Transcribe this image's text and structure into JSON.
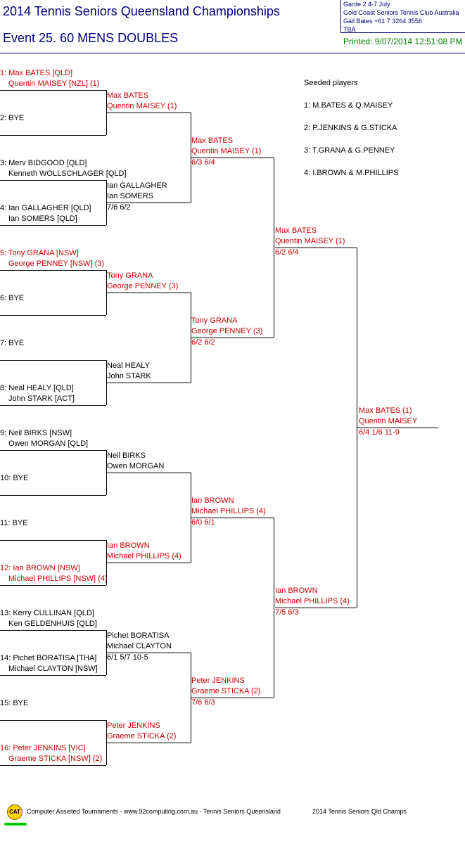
{
  "header": {
    "title": "2014 Tennis Seniors Queensland Championships",
    "event": "Event 25. 60 MENS DOUBLES",
    "info_line1": "Garde 2    4-7 July",
    "info_line2": "Gold Coast Seniors Tennis Club    Australia",
    "info_line3": "Gail Bates    +61 7 3264 3556",
    "info_line4": "TBA",
    "printed": "Printed: 9/07/2014 12:51:08 PM"
  },
  "seeds": {
    "title": "Seeded players",
    "items": [
      "1: M.BATES & Q.MAISEY",
      "2: P.JENKINS & G.STICKA",
      "3: T.GRANA & G.PENNEY",
      "4: I.BROWN & M.PHILLIPS"
    ]
  },
  "draw": [
    {
      "l1": "1: Max BATES [QLD]",
      "l2": "Quentin MAISEY [NZL] (1)",
      "seed": true
    },
    {
      "l1": "2: BYE",
      "l2": "",
      "seed": false
    },
    {
      "l1": "3: Merv BIDGOOD [QLD]",
      "l2": "Kenneth WOLLSCHLAGER [QLD]",
      "seed": false
    },
    {
      "l1": "4: Ian GALLAGHER [QLD]",
      "l2": "Ian SOMERS [QLD]",
      "seed": false
    },
    {
      "l1": "5: Tony GRANA [NSW]",
      "l2": "George PENNEY [NSW] (3)",
      "seed": true
    },
    {
      "l1": "6: BYE",
      "l2": "",
      "seed": false
    },
    {
      "l1": "7: BYE",
      "l2": "",
      "seed": false
    },
    {
      "l1": "8: Neal HEALY [QLD]",
      "l2": "John STARK [ACT]",
      "seed": false
    },
    {
      "l1": "9: Neil BIRKS [NSW]",
      "l2": "Owen MORGAN [QLD]",
      "seed": false
    },
    {
      "l1": "10: BYE",
      "l2": "",
      "seed": false
    },
    {
      "l1": "11: BYE",
      "l2": "",
      "seed": false
    },
    {
      "l1": "12: Ian BROWN [NSW]",
      "l2": "Michael PHILLIPS [NSW] (4)",
      "seed": true
    },
    {
      "l1": "13: Kerry CULLINAN [QLD]",
      "l2": "Ken GELDENHUIS [QLD]",
      "seed": false
    },
    {
      "l1": "14: Pichet BORATISA [THA]",
      "l2": "Michael CLAYTON [NSW]",
      "seed": false
    },
    {
      "l1": "15: BYE",
      "l2": "",
      "seed": false
    },
    {
      "l1": "16: Peter JENKINS [VIC]",
      "l2": "Graeme STICKA [NSW] (2)",
      "seed": true
    }
  ],
  "round2": [
    {
      "l1": "Max BATES",
      "l2": "Quentin MAISEY (1)",
      "score": "",
      "seed": true
    },
    {
      "l1": "Ian GALLAGHER",
      "l2": "Ian SOMERS",
      "score": "7/6 6/2",
      "seed": false
    },
    {
      "l1": "Tony GRANA",
      "l2": "George PENNEY (3)",
      "score": "",
      "seed": true
    },
    {
      "l1": "Neal HEALY",
      "l2": "John STARK",
      "score": "",
      "seed": false
    },
    {
      "l1": "Neil BIRKS",
      "l2": "Owen MORGAN",
      "score": "",
      "seed": false
    },
    {
      "l1": "Ian BROWN",
      "l2": "Michael PHILLIPS (4)",
      "score": "",
      "seed": true
    },
    {
      "l1": "Pichet BORATISA",
      "l2": "Michael CLAYTON",
      "score": "6/1 5/7 10-5",
      "seed": false
    },
    {
      "l1": "Peter JENKINS",
      "l2": "Graeme STICKA (2)",
      "score": "",
      "seed": true
    }
  ],
  "round3": [
    {
      "l1": "Max BATES",
      "l2": "Quentin MAISEY (1)",
      "score": "6/3 6/4",
      "seed": true
    },
    {
      "l1": "Tony GRANA",
      "l2": "George PENNEY (3)",
      "score": "6/2 6/2",
      "seed": true
    },
    {
      "l1": "Ian BROWN",
      "l2": "Michael PHILLIPS (4)",
      "score": "6/0 6/1",
      "seed": true
    },
    {
      "l1": "Peter JENKINS",
      "l2": "Graeme STICKA (2)",
      "score": "7/6 6/3",
      "seed": true
    }
  ],
  "round4": [
    {
      "l1": "Max BATES",
      "l2": "Quentin MAISEY (1)",
      "score": "6/2 6/4",
      "seed": true
    },
    {
      "l1": "Ian BROWN",
      "l2": "Michael PHILLIPS (4)",
      "score": "7/5 6/3",
      "seed": true
    }
  ],
  "final": {
    "l1": "Max BATES (1)",
    "l2": "Quentin MAISEY",
    "score": "6/4 1/6 11-9",
    "seed": true
  },
  "footer": {
    "logo": "CAT",
    "left": "Computer Assisted Tournaments - www.92computing.com.au -  Tennis Seniors Queensland",
    "right": "2014 Tennis Seniors Qld Champs"
  }
}
